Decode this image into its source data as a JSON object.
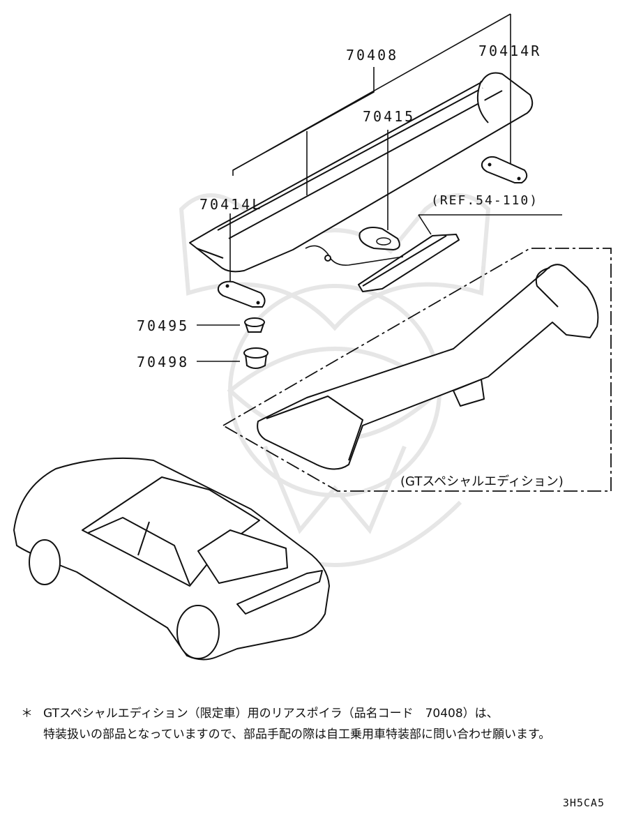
{
  "labels": {
    "part_70408": "70408",
    "part_70414R": "70414R",
    "part_70415": "70415",
    "part_70414L": "70414L",
    "ref": "(REF.54-110)",
    "part_70495": "70495",
    "part_70498": "70498",
    "gt_edition": "(GTスペシャルエディション)"
  },
  "note": {
    "marker": "＊",
    "line1": "GTスペシャルエディション（限定車）用のリアスポイラ（品名コード　70408）は、",
    "line2": "特装扱いの部品となっていますので、部品手配の際は自工乗用車特装部に問い合わせ願います。"
  },
  "diagram_code": "3H5CA5"
}
